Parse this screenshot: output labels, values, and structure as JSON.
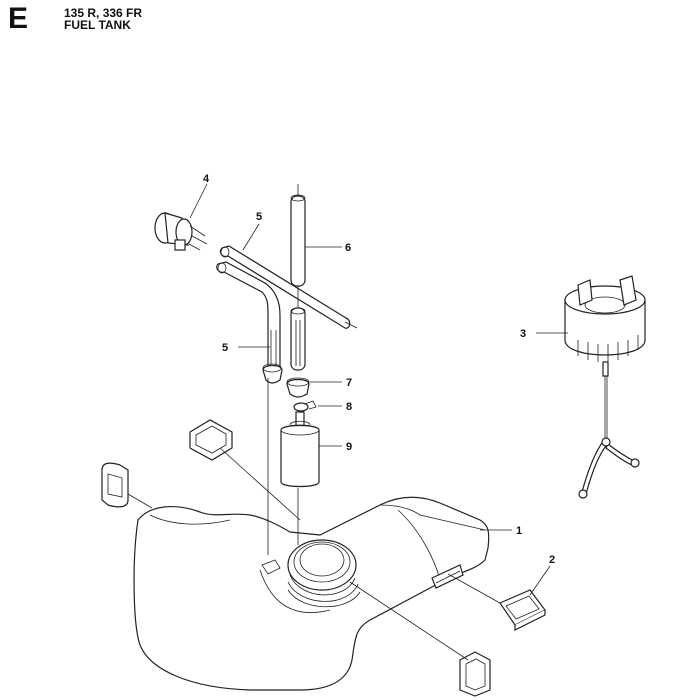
{
  "header": {
    "section_letter": "E",
    "models": "135 R, 336 FR",
    "title": "FUEL TANK"
  },
  "callouts": {
    "c1": "1",
    "c2": "2",
    "c3": "3",
    "c4": "4",
    "c5a": "5",
    "c5b": "5",
    "c6": "6",
    "c7": "7",
    "c8": "8",
    "c9": "9"
  }
}
